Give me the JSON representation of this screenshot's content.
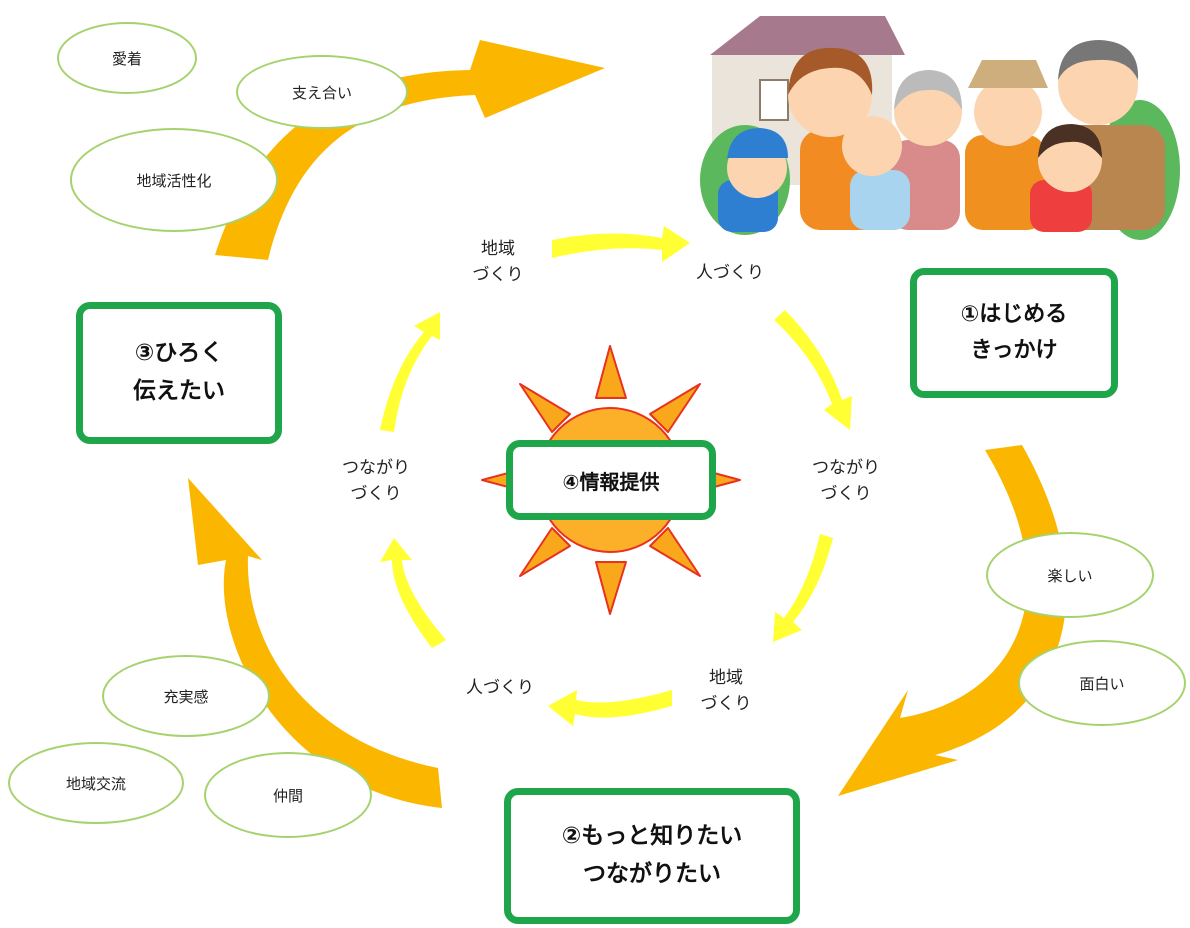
{
  "boxes": {
    "b1": {
      "line1": "①はじめる",
      "line2": "きっかけ"
    },
    "b2": {
      "line1": "②もっと知りたい",
      "line2": "つながりたい"
    },
    "b3": {
      "line1": "③ひろく",
      "line2": "伝えたい"
    },
    "b4": {
      "line1": "④情報提供"
    }
  },
  "bubbles": {
    "aichaku": "愛着",
    "sasaeai": "支え合い",
    "kasseika": "地域活性化",
    "tanoshii": "楽しい",
    "omoshiroi": "面白い",
    "jujitsukan": "充実感",
    "chiikikoryu": "地域交流",
    "nakama": "仲間"
  },
  "labels": {
    "top_left": {
      "line1": "地域",
      "line2": "づくり"
    },
    "top_right": {
      "line1": "人づくり"
    },
    "right": {
      "line1": "つながり",
      "line2": "づくり"
    },
    "bottom_right": {
      "line1": "地域",
      "line2": "づくり"
    },
    "bottom_left": {
      "line1": "人づくり"
    },
    "left": {
      "line1": "つながり",
      "line2": "づくり"
    }
  },
  "colors": {
    "outer_arrow": "#fbb600",
    "inner_arrow": "#ffff33",
    "box_border": "#1fa64a",
    "bubble_border": "#a6d26e",
    "sun_body": "#fcb02a",
    "sun_ray": "#f9a81b",
    "sun_outline": "#e8321e"
  },
  "illustration": "family-with-house"
}
